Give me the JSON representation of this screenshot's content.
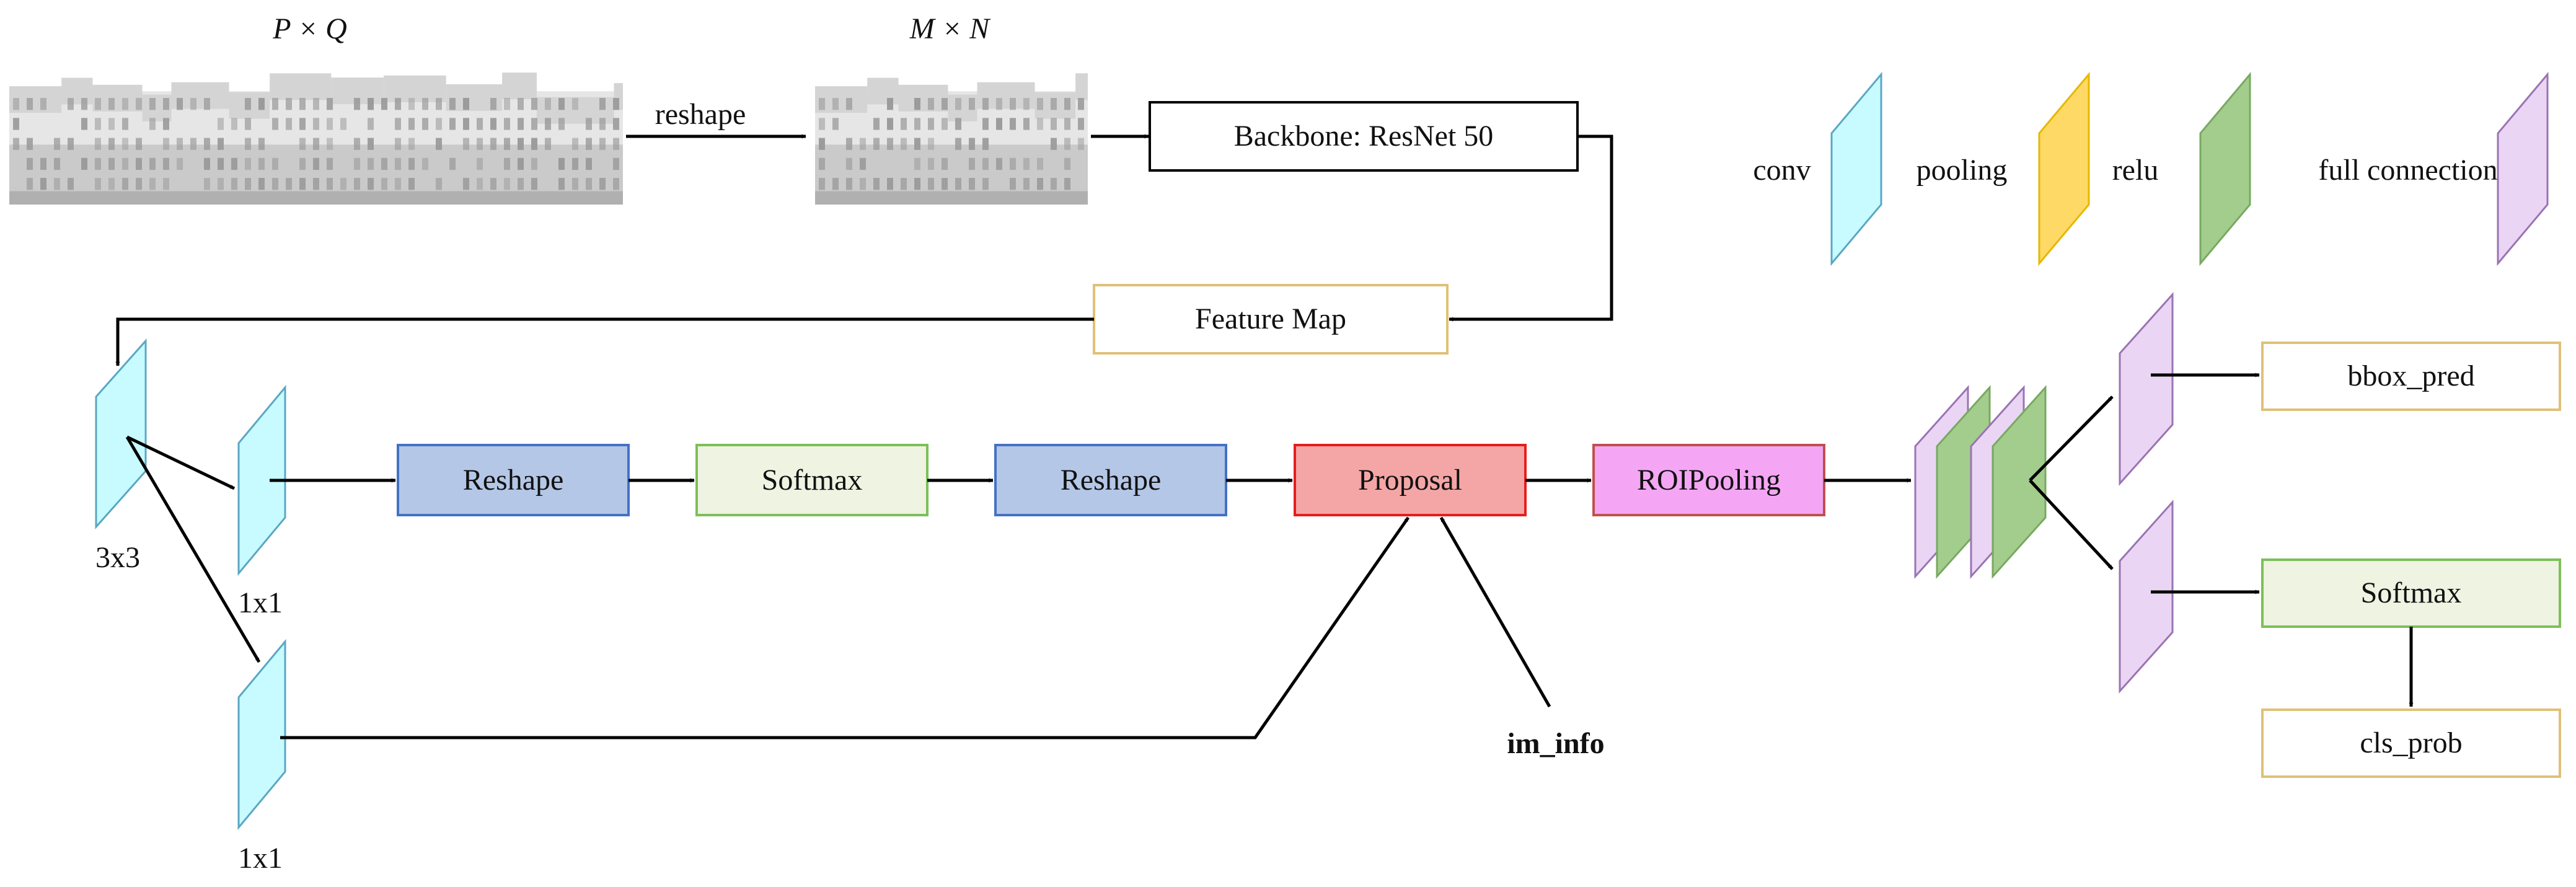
{
  "colors": {
    "conv": "#c8fbff",
    "conv_stroke": "#5aa7c4",
    "pooling": "#ffd966",
    "pooling_stroke": "#e6b800",
    "relu": "#a3cd8c",
    "relu_stroke": "#79a862",
    "fc": "#ead6f4",
    "fc_stroke": "#9b73b4",
    "reshape": "#b4c7e7",
    "reshape_stroke": "#4472c4",
    "softmax": "#eef3e2",
    "softmax_stroke": "#7cc057",
    "proposal": "#f4a6a6",
    "proposal_stroke": "#e81c1c",
    "roipool": "#f4a6f4",
    "roipool_stroke": "#c0504d",
    "outline_gold": "#e0c078",
    "facade_dark": "#9a9a9a",
    "facade_light": "#e6e6e6"
  },
  "input": {
    "label_in": "P × Q",
    "label_out": "M × N",
    "reshape": "reshape"
  },
  "boxes": {
    "backbone": "Backbone: ResNet 50",
    "feature_map": "Feature Map",
    "reshape1": "Reshape",
    "softmax1": "Softmax",
    "reshape2": "Reshape",
    "proposal": "Proposal",
    "roipooling": "ROIPooling",
    "bbox_pred": "bbox_pred",
    "softmax2": "Softmax",
    "cls_prob": "cls_prob"
  },
  "layers": {
    "conv3": "3x3",
    "conv1a": "1x1",
    "conv1b": "1x1",
    "im_info": "im_info"
  },
  "legend": {
    "conv": "conv",
    "pooling": "pooling",
    "relu": "relu",
    "fc": "full connection"
  }
}
